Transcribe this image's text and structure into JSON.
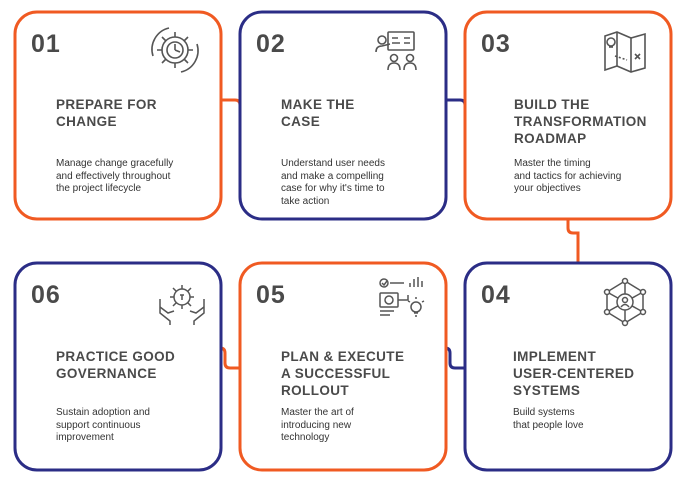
{
  "colors": {
    "orange": "#f05a22",
    "navy": "#2b2d86",
    "text": "#4a4a4a",
    "icon": "#555555"
  },
  "steps": [
    {
      "num": "01",
      "title": "PREPARE FOR\nCHANGE",
      "desc": "Manage change gracefully\nand effectively throughout\nthe project lifecycle",
      "color": "orange",
      "icon": "gear-clock-icon"
    },
    {
      "num": "02",
      "title": "MAKE THE\nCASE",
      "desc": "Understand user needs\nand make a compelling\ncase for why it's time to\ntake action",
      "color": "navy",
      "icon": "presentation-icon"
    },
    {
      "num": "03",
      "title": "BUILD THE\nTRANSFORMATION\nROADMAP",
      "desc": "Master the timing\nand tactics for achieving\nyour objectives",
      "color": "orange",
      "icon": "map-icon"
    },
    {
      "num": "04",
      "title": "IMPLEMENT\nUSER-CENTERED\nSYSTEMS",
      "desc": "Build systems\nthat people love",
      "color": "navy",
      "icon": "network-user-icon"
    },
    {
      "num": "05",
      "title": "PLAN & EXECUTE\nA SUCCESSFUL\nROLLOUT",
      "desc": "Master the art of\nintroducing new\ntechnology",
      "color": "orange",
      "icon": "planning-icon"
    },
    {
      "num": "06",
      "title": "PRACTICE GOOD\nGOVERNANCE",
      "desc": "Sustain adoption and\nsupport continuous\nimprovement",
      "color": "navy",
      "icon": "hands-gear-icon"
    }
  ]
}
